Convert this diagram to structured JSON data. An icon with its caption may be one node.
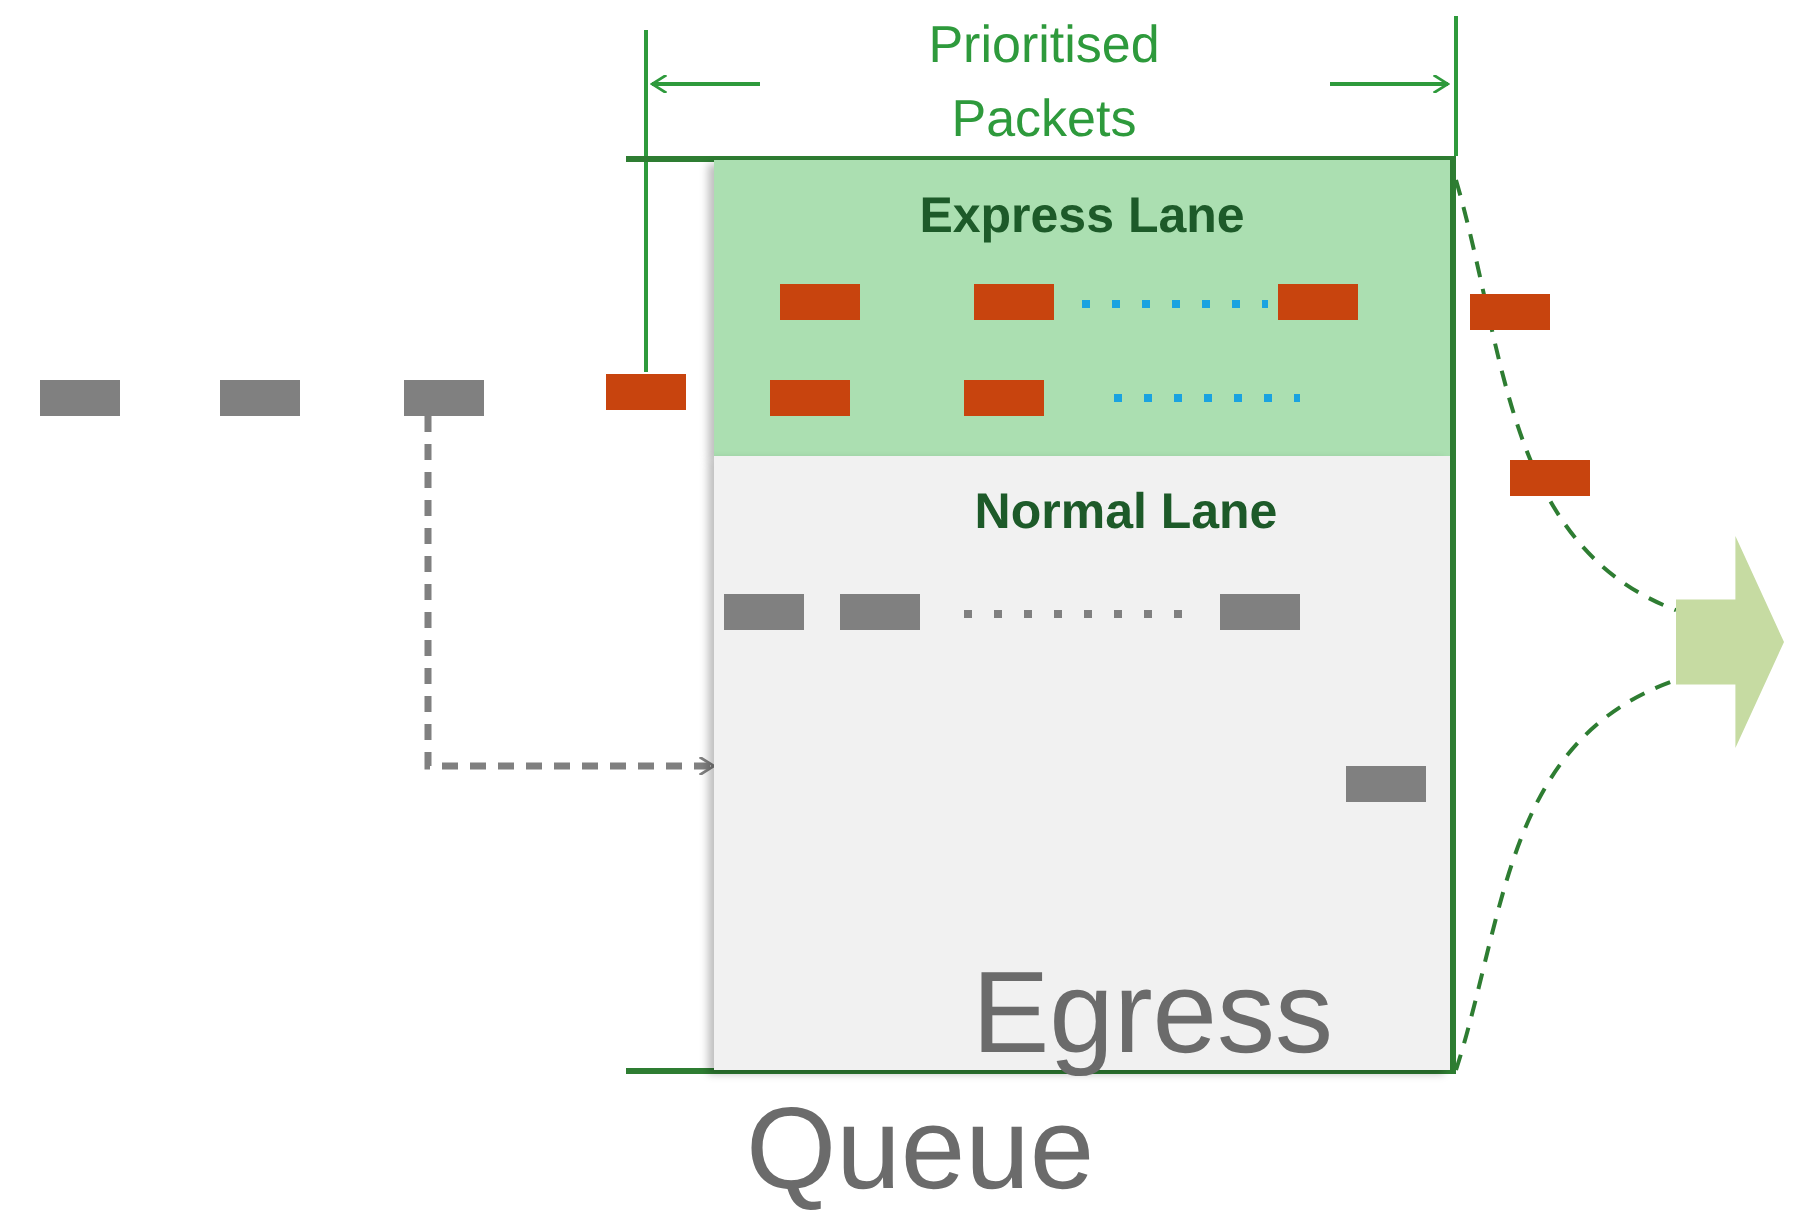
{
  "diagram": {
    "nodes": [
      {
        "text": [
          "Egress Queue"
        ]
      },
      {
        "text": [
          "Express Lane"
        ],
        "in": 0
      },
      {
        "text": [
          "Normal Lane"
        ],
        "in": 0
      },
      {
        "text": [],
        "shape": "chevron"
      },
      {
        "text": [],
        "shape": "bar"
      }
    ],
    "edges": [
      {
        "from": 4,
        "to": 2,
        "arrow": "to",
        "style": "dashed",
        "color": "#808080"
      },
      {
        "from": 0,
        "to": 3,
        "arrow": "none",
        "style": "dashed"
      },
      {
        "from": 0,
        "to": 3,
        "arrow": "none",
        "style": "dashed"
      }
    ],
    "labels": [
      "Prioritised Packets"
    ]
  }
}
